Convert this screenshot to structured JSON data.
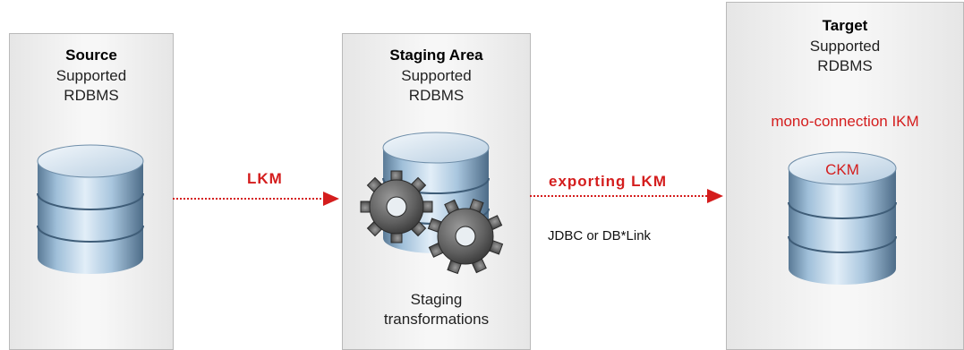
{
  "source": {
    "title": "Source",
    "line1": "Supported",
    "line2": "RDBMS"
  },
  "staging": {
    "title": "Staging Area",
    "line1": "Supported",
    "line2": "RDBMS",
    "bottom1": "Staging",
    "bottom2": "transformations"
  },
  "target": {
    "title": "Target",
    "line1": "Supported",
    "line2": "RDBMS",
    "ikm": "mono-connection IKM",
    "ckm": "CKM"
  },
  "flow": {
    "lkm": "LKM",
    "exporting": "exporting LKM",
    "transport": "JDBC or DB*Link"
  },
  "colors": {
    "accent": "#d41d1d",
    "panel_border": "#b9b9b9",
    "db_blue": "#8fb0cc"
  },
  "icons": [
    "database-icon",
    "gear-icon",
    "arrow-icon"
  ]
}
